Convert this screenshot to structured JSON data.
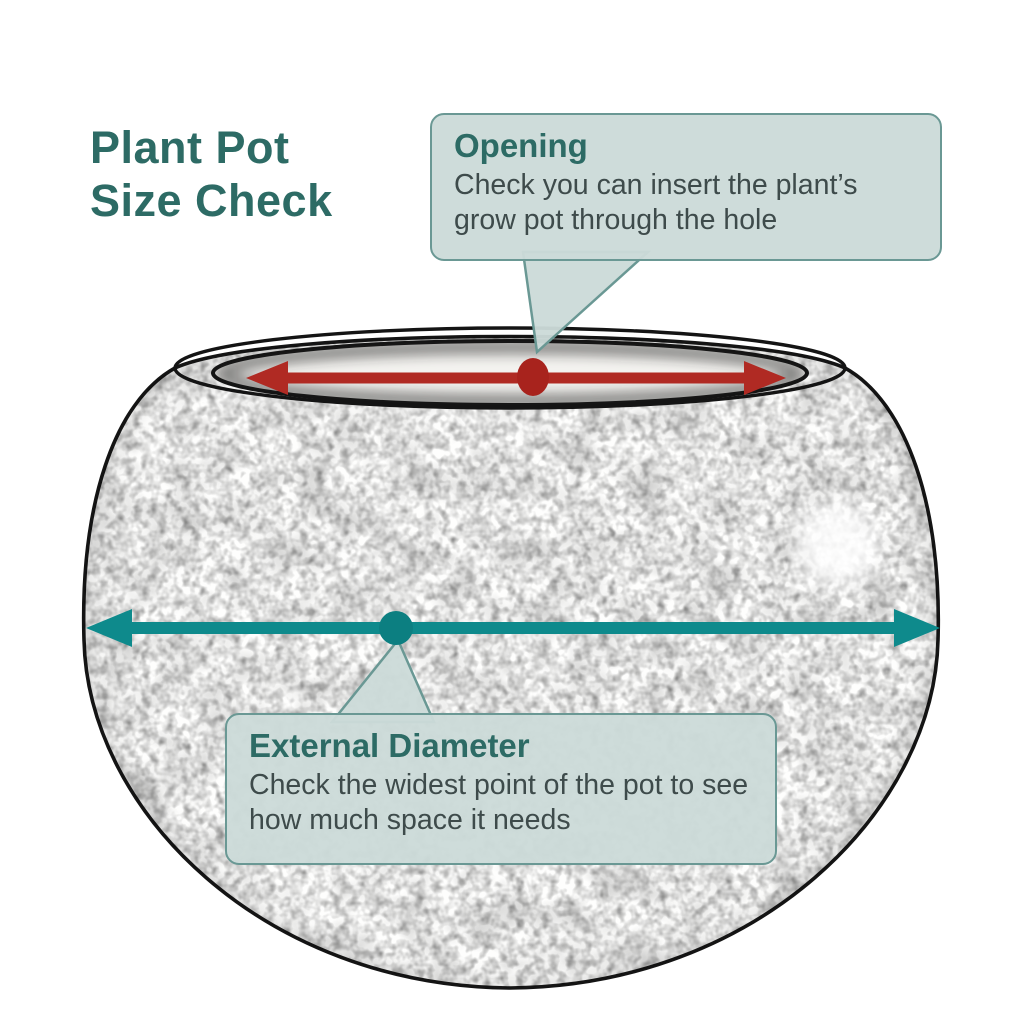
{
  "page": {
    "title_line1": "Plant Pot",
    "title_line2": "Size Check"
  },
  "callouts": {
    "opening": {
      "title": "Opening",
      "body": "Check you can insert the plant’s grow pot through the hole"
    },
    "external_diameter": {
      "title": "External Diameter",
      "body": "Check the widest point of the pot to see how much space it needs"
    }
  },
  "icons": {
    "opening_arrow": "double-headed-arrow",
    "external_diameter_arrow": "double-headed-arrow",
    "opening_marker": "oval-dot",
    "external_marker": "round-dot"
  },
  "colors": {
    "heading_teal": "#2d6b65",
    "callout_bg": "#ccdbd9",
    "callout_border": "#6a9894",
    "body_text": "#3e4b4b",
    "arrow_red": "#b02a23",
    "dot_red": "#a8231d",
    "arrow_teal": "#0e8a8c",
    "dot_teal": "#0c7f81",
    "sketch_ink": "#141414"
  }
}
